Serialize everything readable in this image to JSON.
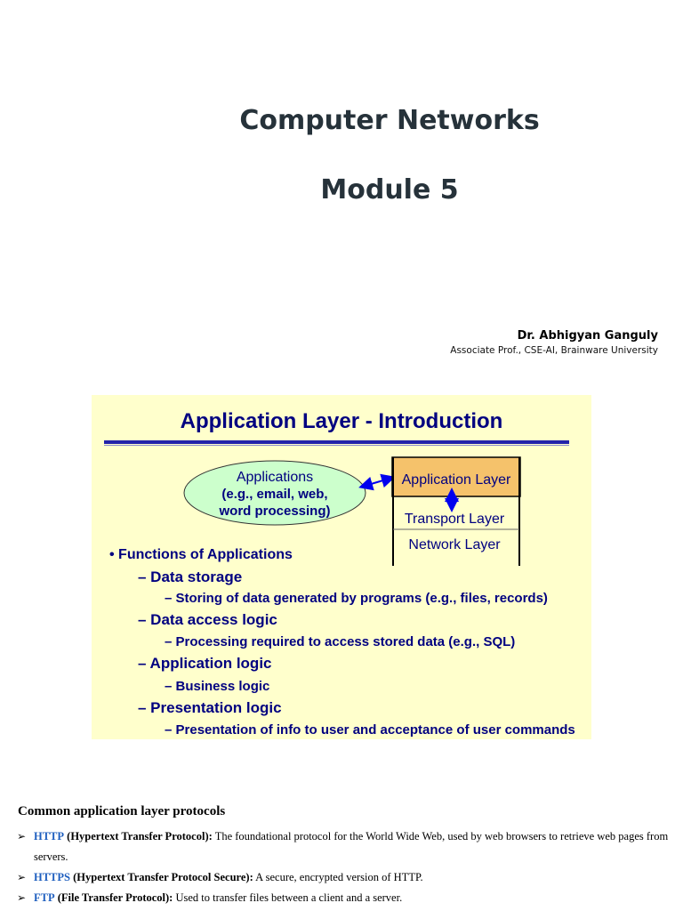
{
  "header": {
    "title": "Computer Networks",
    "module": "Module 5",
    "author_name": "Dr. Abhigyan Ganguly",
    "author_role": "Associate Prof., CSE-AI, Brainware University"
  },
  "slide": {
    "title": "Application Layer - Introduction",
    "applications_bubble": [
      "Applications",
      "(e.g., email, web,",
      "word processing)"
    ],
    "layers": [
      "Application Layer",
      "Transport Layer",
      "Network Layer"
    ],
    "functions_heading": "• Functions of Applications",
    "functions": [
      {
        "level": 1,
        "text": "– Data storage"
      },
      {
        "level": 2,
        "text": "– Storing of data generated by programs (e.g., files, records)"
      },
      {
        "level": 1,
        "text": "– Data access logic"
      },
      {
        "level": 2,
        "text": "– Processing required to access stored data (e.g., SQL)"
      },
      {
        "level": 1,
        "text": "– Application logic"
      },
      {
        "level": 2,
        "text": "– Business logic"
      },
      {
        "level": 1,
        "text": "– Presentation logic"
      },
      {
        "level": 2,
        "text": "– Presentation of info to user and acceptance of user commands"
      }
    ],
    "colors": {
      "background": "#ffffcc",
      "text": "#000080",
      "bubble": "#ccffcc",
      "highlight": "#f5c26b"
    }
  },
  "protocols_section": {
    "heading": "Common application layer protocols",
    "items": [
      {
        "name": "HTTP",
        "full": "(Hypertext Transfer Protocol):",
        "desc": "The foundational protocol for the World Wide Web, used by web browsers to retrieve web pages from servers."
      },
      {
        "name": "HTTPS",
        "full": "(Hypertext Transfer Protocol Secure):",
        "desc": "A secure, encrypted version of HTTP."
      },
      {
        "name": "FTP",
        "full": "(File Transfer Protocol):",
        "desc": "Used to transfer files between a client and a server."
      }
    ]
  }
}
